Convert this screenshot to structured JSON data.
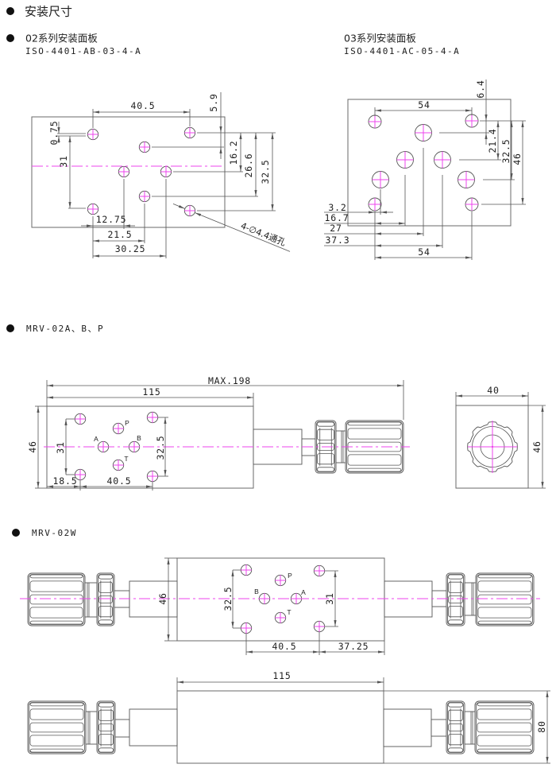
{
  "page": {
    "title": "安装尺寸"
  },
  "colors": {
    "line": "#555555",
    "outline": "#6a6a6a",
    "centerline": "#ee44ee",
    "text": "#1e1e1e"
  },
  "subplate_02": {
    "title": "02系列安装面板",
    "standard": "ISO-4401-AB-03-4-A",
    "dims": {
      "bolt_pitch_x": "40.5",
      "p_port_y": "5.9",
      "ab_port_y": "16.2",
      "t_port_y": "26.6",
      "bolt_span_y_right": "32.5",
      "bolt_offset_y": "0.75",
      "bolt_span_y_left": "31",
      "a_port_x": "12.75",
      "p_t_port_x": "21.5",
      "b_port_x": "30.25"
    },
    "hole_note": "4-∅4.4通孔"
  },
  "subplate_03": {
    "title": "03系列安装面板",
    "standard": "ISO-4401-AC-05-4-A",
    "dims": {
      "bolt_pitch_top": "54",
      "p_port_y": "6.4",
      "ab_port_y": "21.4",
      "t_port_y": "32.5",
      "bolt_span_y": "46",
      "t1_port_x": "3.2",
      "a_port_x": "16.7",
      "p_port_x": "27",
      "b_port_x": "37.3",
      "bolt_pitch_bottom": "54"
    }
  },
  "mrv_02abp": {
    "title": "MRV-02A、B、P",
    "dims": {
      "overall_length": "MAX.198",
      "body_length": "115",
      "body_height": "46",
      "bolt_span_left": "31",
      "bolt_span_right": "32.5",
      "edge_offset_x": "18.5",
      "bolt_pitch_x": "40.5",
      "end_view_width": "40",
      "end_view_height": "46"
    },
    "ports": {
      "p": "P",
      "a": "A",
      "b": "B",
      "t": "T"
    }
  },
  "mrv_02w": {
    "title": "MRV-02W",
    "dims": {
      "body_height": "46",
      "bolt_span_left": "32.5",
      "bolt_span_right": "31",
      "bolt_pitch_x": "40.5",
      "edge_offset_x": "37.25",
      "top_view_length": "115",
      "top_view_width": "80"
    },
    "ports": {
      "p": "P",
      "a": "A",
      "b": "B",
      "t": "T"
    }
  }
}
